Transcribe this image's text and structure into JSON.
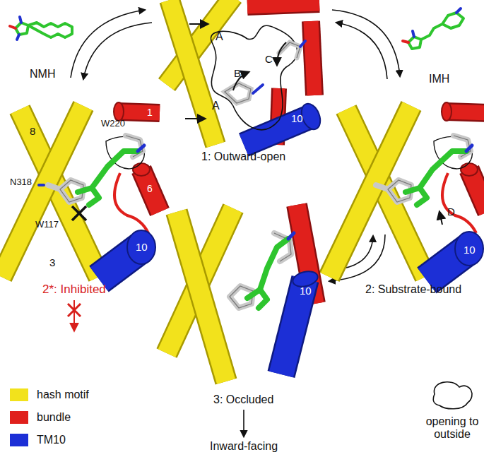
{
  "diagram": {
    "labels": [
      "NMH",
      "IMH",
      "A",
      "B",
      "C",
      "A",
      "10",
      "1: Outward-open",
      "8",
      "1",
      "W220",
      "N318",
      "W117",
      "6",
      "3",
      "10",
      "2*: Inhibited",
      "D",
      "10",
      "2: Substrate-bound",
      "10",
      "3: Occluded",
      "Inward-facing"
    ],
    "legend": [
      {
        "text": "hash motif",
        "color": "#f2e21c"
      },
      {
        "text": "bundle",
        "color": "#e0201c"
      },
      {
        "text": "TM10",
        "color": "#1c2fd6"
      },
      {
        "text": "opening to outside"
      }
    ]
  }
}
